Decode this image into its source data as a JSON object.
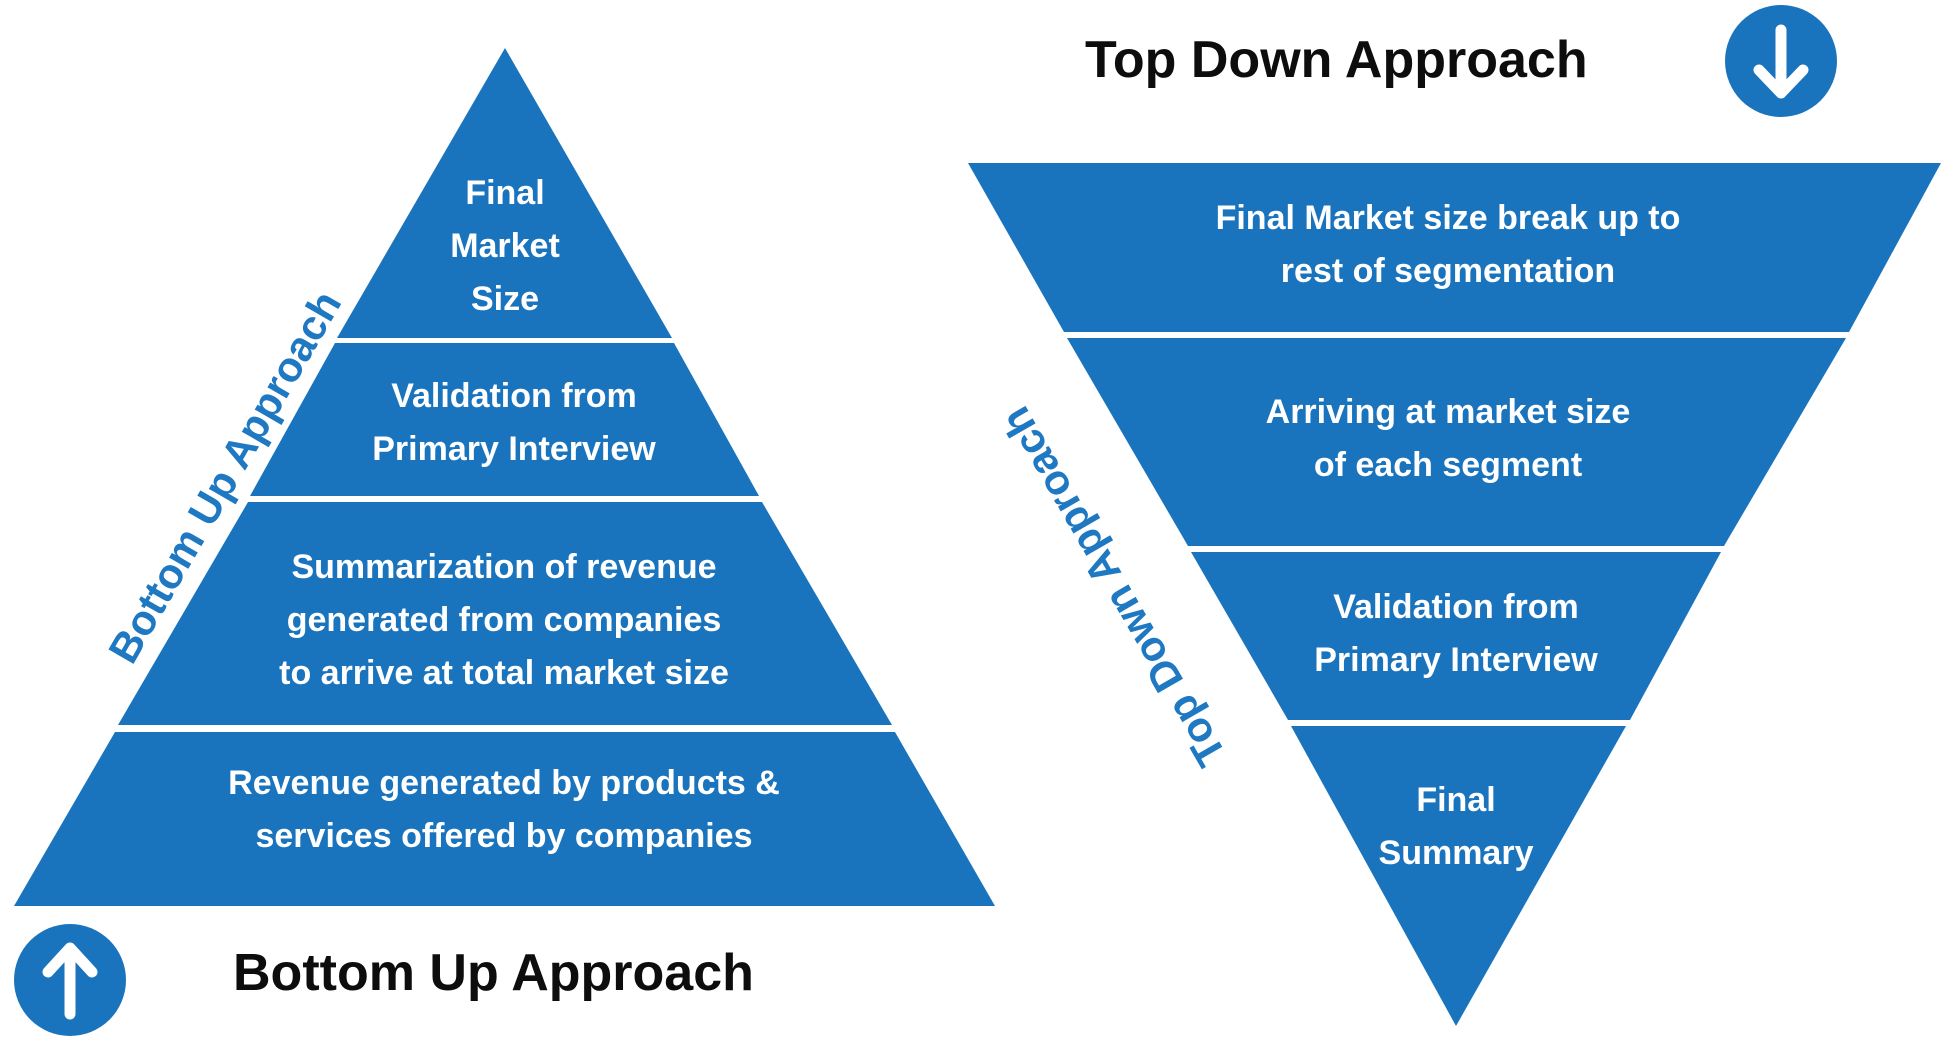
{
  "colors": {
    "band": "#1a74bd",
    "label": "#1f78c2",
    "heading": "#0d0d0d"
  },
  "bottom_up": {
    "heading": "Bottom Up Approach",
    "side_label": "Bottom Up Approach",
    "icon": "arrow-up-circle-icon",
    "levels": [
      {
        "lines": [
          "Final",
          "Market",
          "Size"
        ]
      },
      {
        "lines": [
          "Validation from",
          "Primary Interview"
        ]
      },
      {
        "lines": [
          "Summarization of revenue",
          "generated from companies",
          "to arrive at total market size"
        ]
      },
      {
        "lines": [
          "Revenue generated by products &",
          "services offered by companies"
        ]
      }
    ]
  },
  "top_down": {
    "heading": "Top Down Approach",
    "side_label": "Top Down Approach",
    "icon": "arrow-down-circle-icon",
    "levels": [
      {
        "lines": [
          "Final Market size break up to",
          "rest of segmentation"
        ]
      },
      {
        "lines": [
          "Arriving at market size",
          "of each segment"
        ]
      },
      {
        "lines": [
          "Validation from",
          "Primary Interview"
        ]
      },
      {
        "lines": [
          "Final",
          "Summary"
        ]
      }
    ]
  }
}
